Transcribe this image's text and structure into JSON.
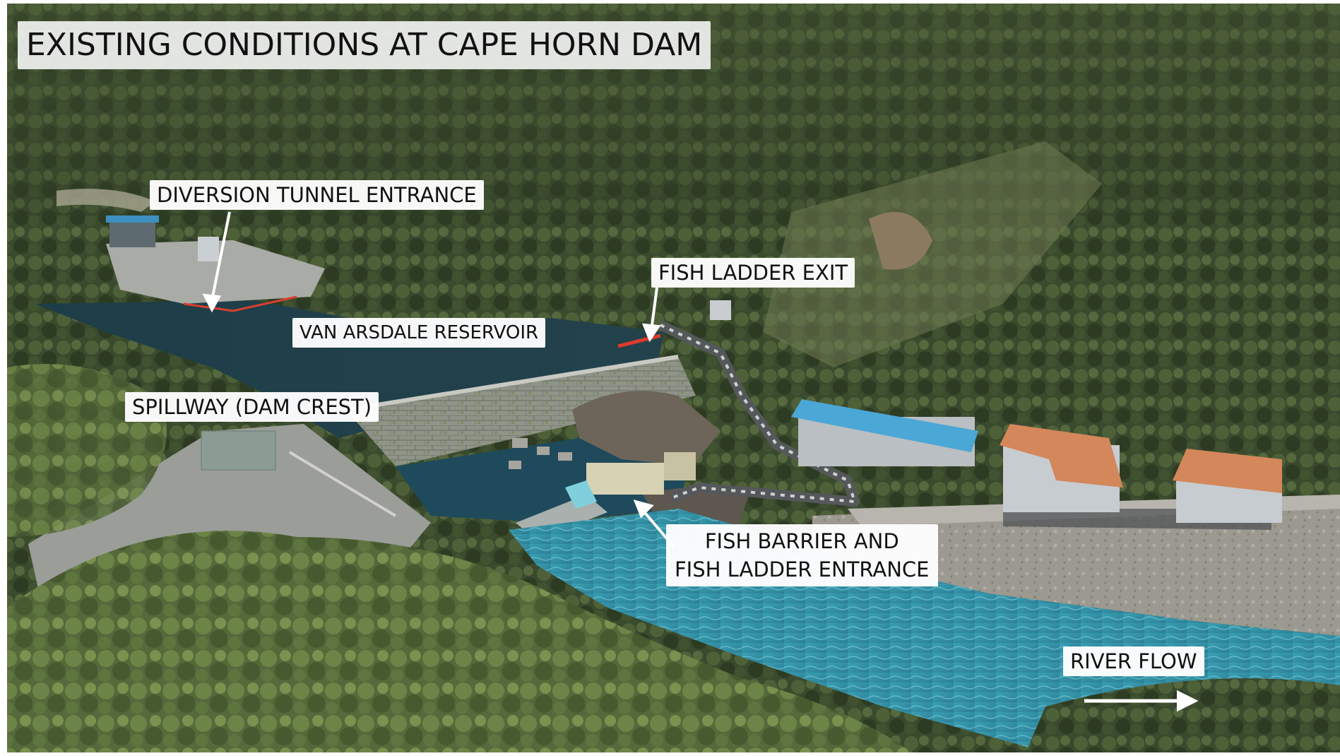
{
  "title": "EXISTING CONDITIONS AT CAPE HORN DAM",
  "labels": {
    "diversion_tunnel": "DIVERSION TUNNEL ENTRANCE",
    "fish_ladder_exit": "FISH LADDER EXIT",
    "reservoir": "VAN ARSDALE RESERVOIR",
    "spillway": "SPILLWAY (DAM CREST)",
    "fish_barrier_line1": "FISH BARRIER AND",
    "fish_barrier_line2": "FISH LADDER ENTRANCE",
    "river_flow": "RIVER FLOW"
  },
  "colors": {
    "forest": "#3c4a2e",
    "reservoir_water": "#1f3a44",
    "river_water": "#2f8fa3",
    "concrete": "#9a9c9a",
    "roof_blue": "#4aa7d6",
    "roof_orange": "#d3875a",
    "label_bg": "#ffffff"
  }
}
